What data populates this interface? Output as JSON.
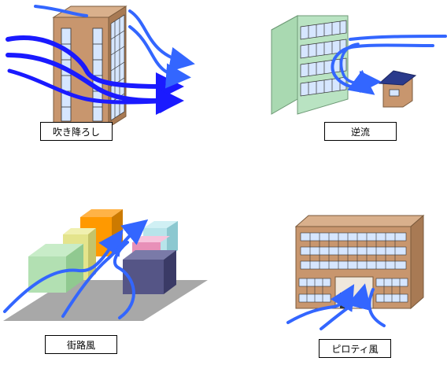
{
  "panels": [
    {
      "label": "吹き降ろし"
    },
    {
      "label": "逆流"
    },
    {
      "label": "街路風"
    },
    {
      "label": "ピロティ風"
    }
  ],
  "colors": {
    "arrow": "#3366ff",
    "arrow_dark": "#1a1aff",
    "building_tan": "#c8966e",
    "building_green": "#b9e3c2",
    "house_roof": "#2a3a8c",
    "street_gray": "#a8a8a8",
    "window_blue": "#c9daf8"
  }
}
